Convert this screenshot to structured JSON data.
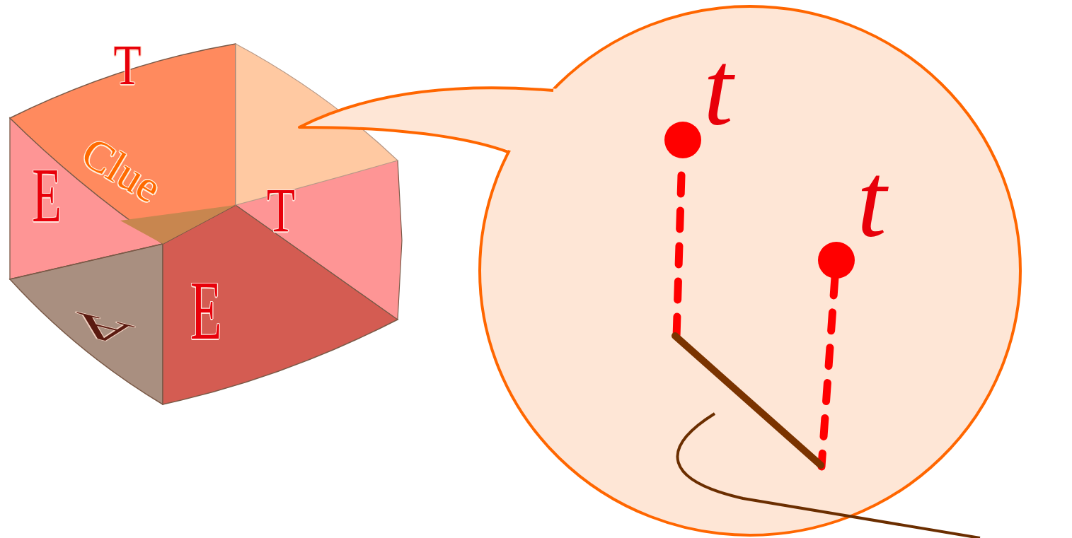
{
  "diagram": {
    "nodes": [
      {
        "text": [
          "t",
          "t"
        ]
      }
    ],
    "labels": [
      "T",
      "Clue",
      "E",
      "T",
      "E",
      "A"
    ]
  }
}
